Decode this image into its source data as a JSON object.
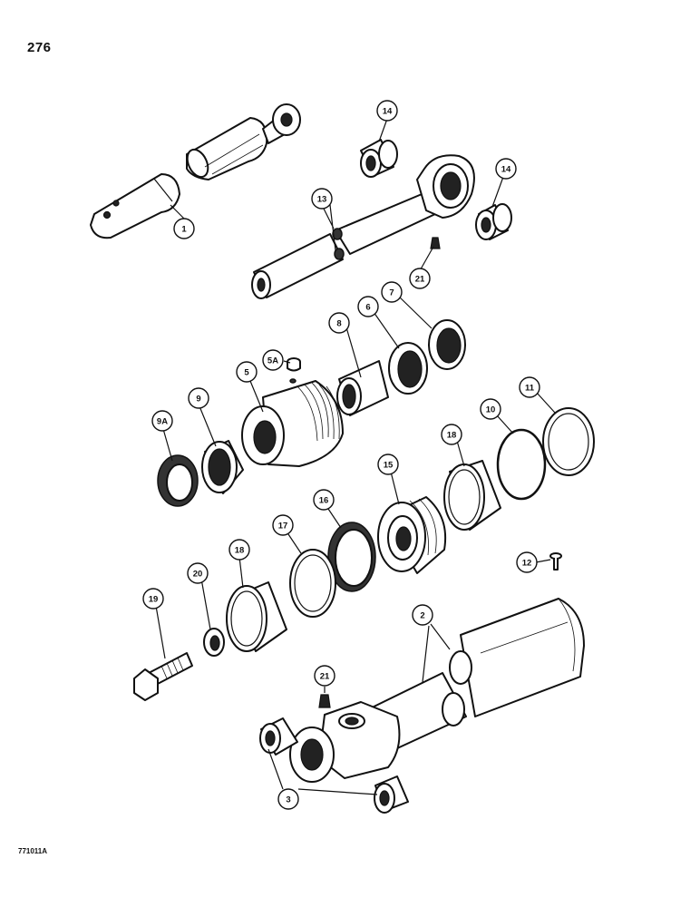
{
  "page_number": "276",
  "figure_code": "771011A",
  "callouts": [
    {
      "id": "c1",
      "label": "1"
    },
    {
      "id": "c2",
      "label": "2"
    },
    {
      "id": "c3",
      "label": "3"
    },
    {
      "id": "c5",
      "label": "5"
    },
    {
      "id": "c5a",
      "label": "5A"
    },
    {
      "id": "c6",
      "label": "6"
    },
    {
      "id": "c7",
      "label": "7"
    },
    {
      "id": "c8",
      "label": "8"
    },
    {
      "id": "c9",
      "label": "9"
    },
    {
      "id": "c9a",
      "label": "9A"
    },
    {
      "id": "c10",
      "label": "10"
    },
    {
      "id": "c11",
      "label": "11"
    },
    {
      "id": "c12",
      "label": "12"
    },
    {
      "id": "c13",
      "label": "13"
    },
    {
      "id": "c14a",
      "label": "14"
    },
    {
      "id": "c14b",
      "label": "14"
    },
    {
      "id": "c15",
      "label": "15"
    },
    {
      "id": "c16",
      "label": "16"
    },
    {
      "id": "c17",
      "label": "17"
    },
    {
      "id": "c18a",
      "label": "18"
    },
    {
      "id": "c18b",
      "label": "18"
    },
    {
      "id": "c19",
      "label": "19"
    },
    {
      "id": "c20",
      "label": "20"
    },
    {
      "id": "c21a",
      "label": "21"
    },
    {
      "id": "c21b",
      "label": "21"
    }
  ]
}
